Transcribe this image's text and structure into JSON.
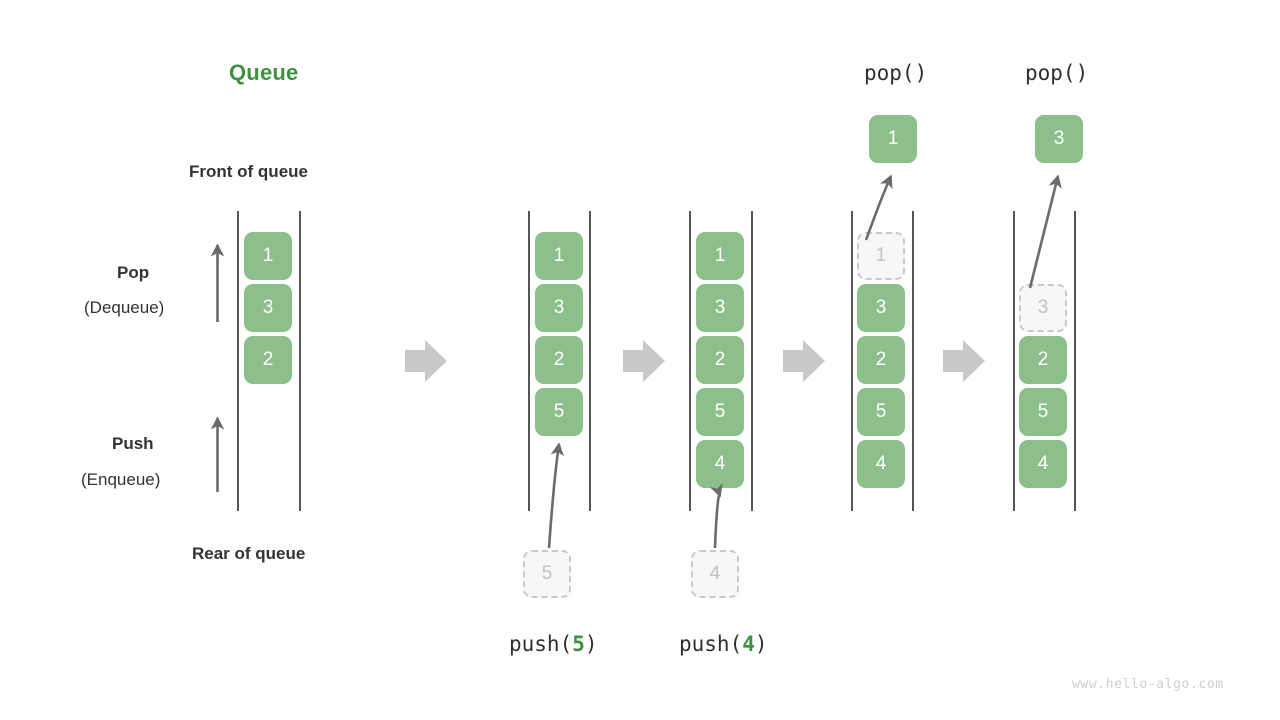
{
  "diagram": {
    "title": "Queue",
    "accent_green": "#3f9142",
    "cell_green": "#8cbf8b",
    "ghost_gray": "#c2c2c2",
    "arrow_gray": "#c8c8c8",
    "rail_gray": "#555555",
    "text_dark": "#333333",
    "watermark": "www.hello-algo.com",
    "annotations": {
      "front_of_queue": "Front of queue",
      "rear_of_queue": "Rear of queue",
      "pop_label": "Pop",
      "pop_sublabel": "(Dequeue)",
      "push_label": "Push",
      "push_sublabel": "(Enqueue)"
    },
    "stages": [
      {
        "id": "initial",
        "caption": "",
        "top_label": "",
        "cells": [
          "1",
          "3",
          "2"
        ],
        "ghost_index": -1,
        "incoming": null,
        "popped": null
      },
      {
        "id": "push-5",
        "caption_prefix": "push(",
        "caption_arg": "5",
        "caption_suffix": ")",
        "top_label": "",
        "cells": [
          "1",
          "3",
          "2",
          "5"
        ],
        "ghost_index": -1,
        "incoming": "5",
        "popped": null
      },
      {
        "id": "push-4",
        "caption_prefix": "push(",
        "caption_arg": "4",
        "caption_suffix": ")",
        "top_label": "",
        "cells": [
          "1",
          "3",
          "2",
          "5",
          "4"
        ],
        "ghost_index": -1,
        "incoming": "4",
        "popped": null
      },
      {
        "id": "pop-1",
        "caption_prefix": "",
        "caption_arg": "",
        "caption_suffix": "",
        "top_label": "pop()",
        "cells": [
          "1",
          "3",
          "2",
          "5",
          "4"
        ],
        "ghost_index": 0,
        "incoming": null,
        "popped": "1"
      },
      {
        "id": "pop-3",
        "caption_prefix": "",
        "caption_arg": "",
        "caption_suffix": "",
        "top_label": "pop()",
        "cells": [
          "",
          "3",
          "2",
          "5",
          "4"
        ],
        "ghost_index": 1,
        "incoming": null,
        "popped": "3"
      }
    ],
    "transition_arrows": 4
  }
}
